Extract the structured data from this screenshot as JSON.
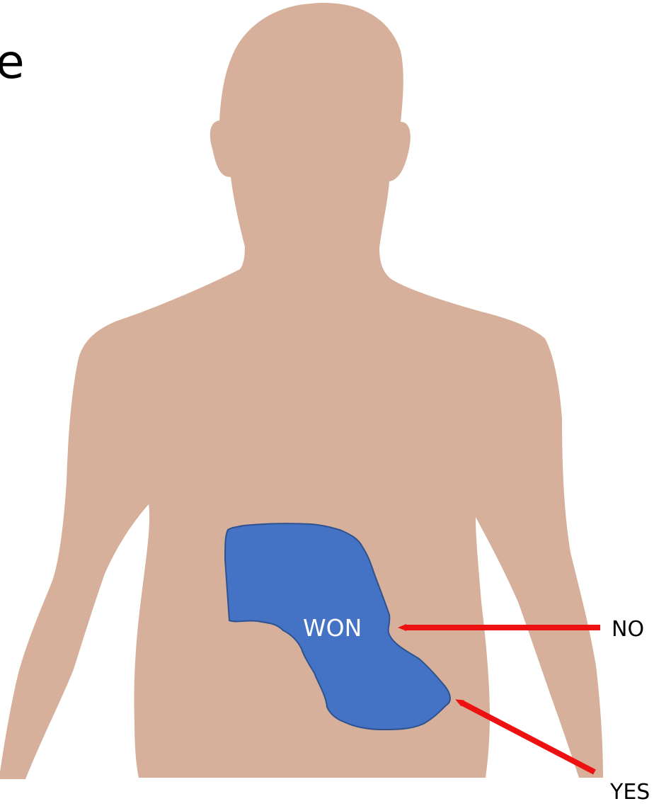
{
  "partial_title": "e",
  "region_label": "WON",
  "arrows": {
    "right": "NO",
    "lower": "YES"
  },
  "colors": {
    "body": "#d6b09b",
    "region_fill": "#4472c4",
    "region_stroke": "#2f528f",
    "arrow": "#ee1111"
  }
}
